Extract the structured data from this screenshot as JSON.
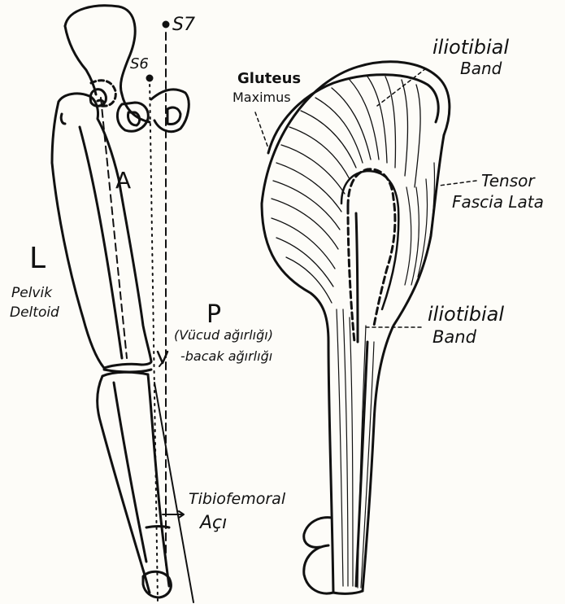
{
  "labels": {
    "s7": "S7",
    "s6": "S6",
    "a": "A",
    "l": "L",
    "pelvik": "Pelvik",
    "deltoid": "Deltoid",
    "p": "P",
    "vucud": "(Vücud ağırlığı)",
    "bacak": "-bacak ağırlığı",
    "tibiofemoral": "Tibiofemoral",
    "aci": "Açı",
    "gluteus": "Gluteus",
    "maximus": "Maximus",
    "iliotibial_top_1": "iliotibial",
    "iliotibial_top_2": "Band",
    "tensor_1": "Tensor",
    "tensor_2": "Fascia Lata",
    "iliotibial_mid_1": "iliotibial",
    "iliotibial_mid_2": "Band"
  }
}
